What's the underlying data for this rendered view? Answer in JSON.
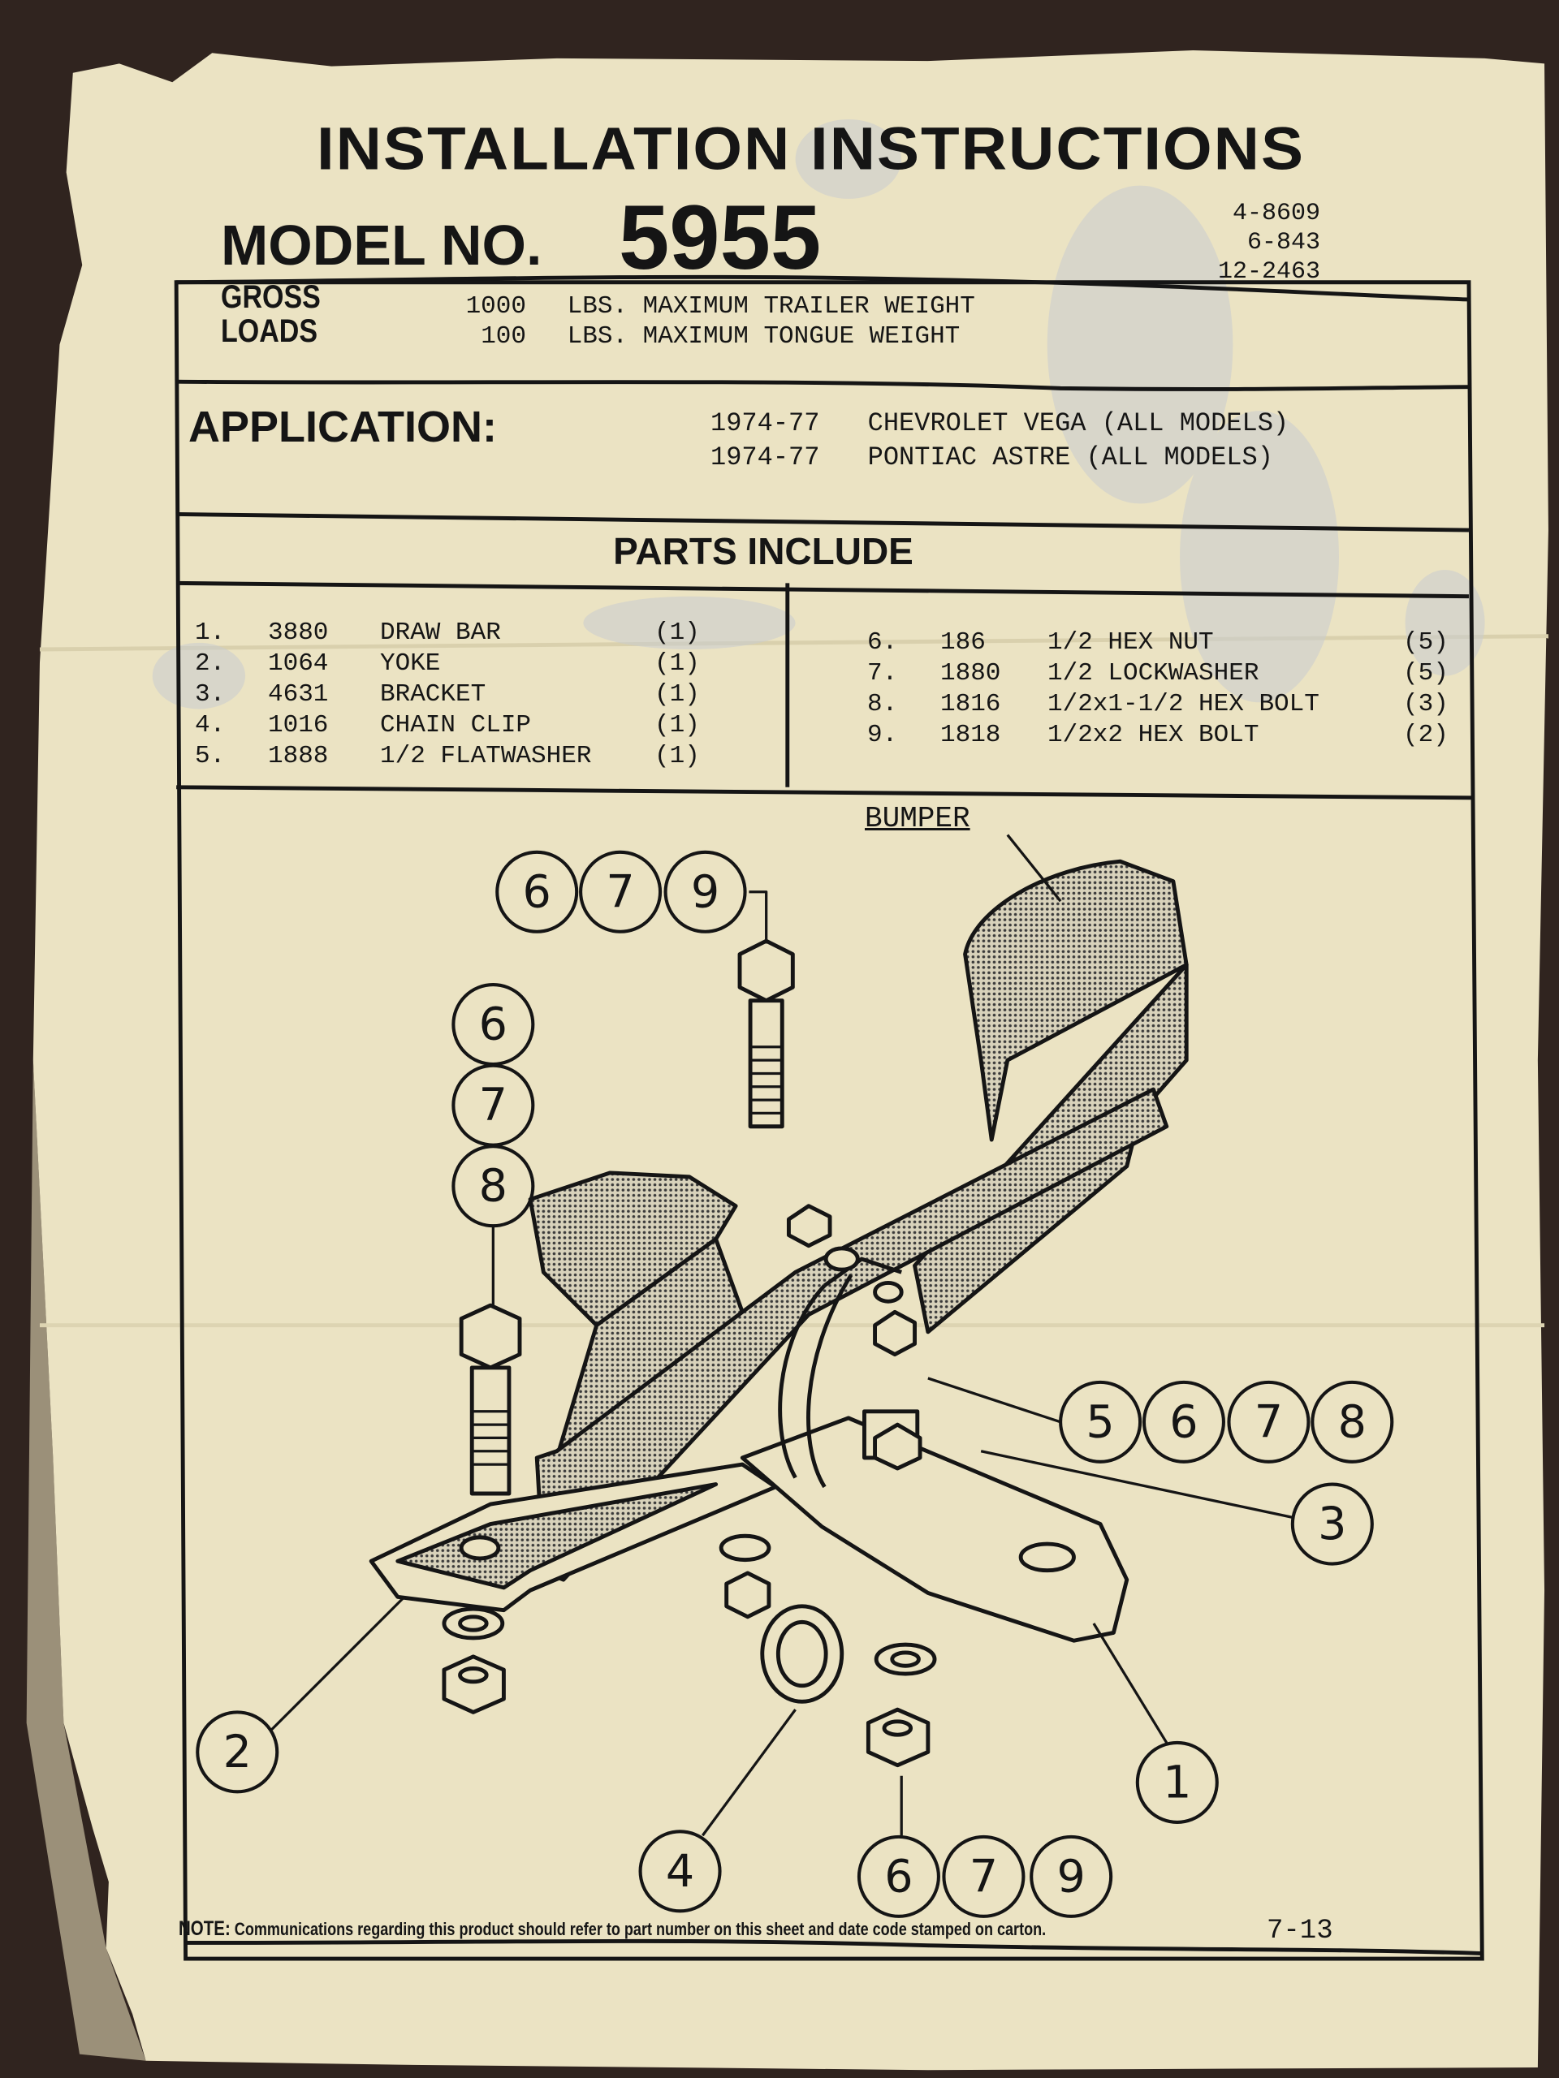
{
  "header": {
    "title": "INSTALLATION INSTRUCTIONS",
    "model_label": "MODEL NO.",
    "model_number": "5955",
    "codes": [
      "4-8609",
      "6-843",
      "12-2463"
    ]
  },
  "loads": {
    "label_line1": "GROSS",
    "label_line2": "LOADS",
    "rows": [
      {
        "value": "1000",
        "text": "LBS. MAXIMUM TRAILER WEIGHT"
      },
      {
        "value": "100",
        "text": "LBS. MAXIMUM TONGUE WEIGHT"
      }
    ]
  },
  "application": {
    "label": "APPLICATION:",
    "rows": [
      {
        "years": "1974-77",
        "vehicle": "CHEVROLET VEGA (ALL MODELS)"
      },
      {
        "years": "1974-77",
        "vehicle": "PONTIAC ASTRE (ALL MODELS)"
      }
    ]
  },
  "parts": {
    "title": "PARTS INCLUDE",
    "left": [
      {
        "num": "1.",
        "part": "3880",
        "desc": "DRAW BAR",
        "qty": "(1)"
      },
      {
        "num": "2.",
        "part": "1064",
        "desc": "YOKE",
        "qty": "(1)"
      },
      {
        "num": "3.",
        "part": "4631",
        "desc": "BRACKET",
        "qty": "(1)"
      },
      {
        "num": "4.",
        "part": "1016",
        "desc": "CHAIN CLIP",
        "qty": "(1)"
      },
      {
        "num": "5.",
        "part": "1888",
        "desc": "1/2 FLATWASHER",
        "qty": "(1)"
      }
    ],
    "right": [
      {
        "num": "6.",
        "part": "186",
        "desc": "1/2 HEX NUT",
        "qty": "(5)"
      },
      {
        "num": "7.",
        "part": "1880",
        "desc": "1/2 LOCKWASHER",
        "qty": "(5)"
      },
      {
        "num": "8.",
        "part": "1816",
        "desc": "1/2x1-1/2 HEX BOLT",
        "qty": "(3)"
      },
      {
        "num": "9.",
        "part": "1818",
        "desc": "1/2x2 HEX BOLT",
        "qty": "(2)"
      }
    ]
  },
  "diagram": {
    "bumper_label": "BUMPER",
    "callouts": {
      "top": [
        "6",
        "7",
        "9"
      ],
      "left": [
        "6",
        "7",
        "8"
      ],
      "right": [
        "5",
        "6",
        "7",
        "8"
      ],
      "bottom": [
        "6",
        "7",
        "9"
      ],
      "bracket": "3",
      "yoke": "2",
      "drawbar": "1",
      "chain_clip": "4"
    }
  },
  "footer": {
    "note_label": "NOTE:",
    "note_text": "Communications regarding this product should refer to part number on this sheet and date code stamped on carton.",
    "date_code": "7-13"
  },
  "colors": {
    "paper": "#ebe3c3",
    "background": "#30241f",
    "ink": "#151515"
  }
}
